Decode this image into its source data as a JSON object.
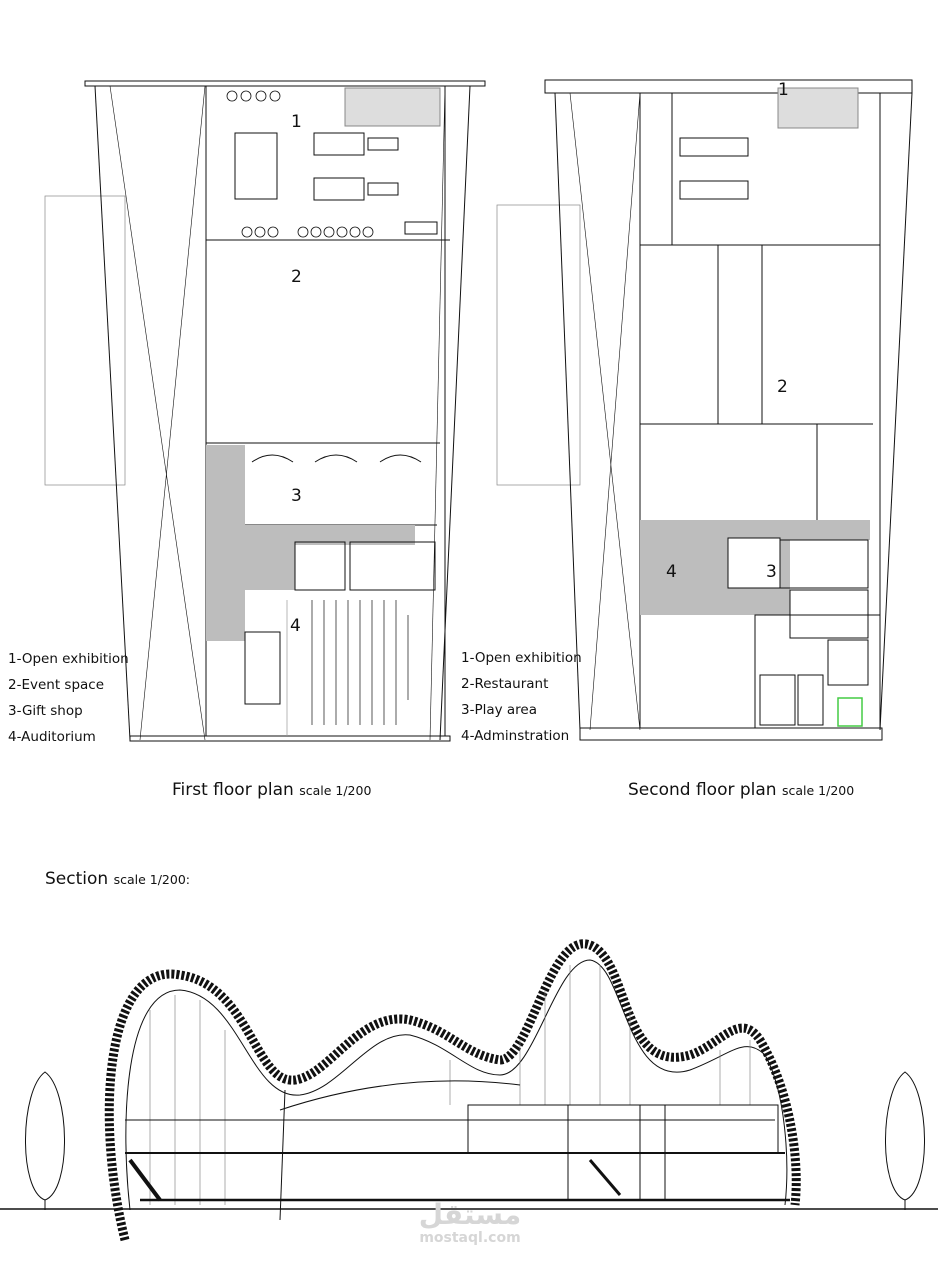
{
  "first_floor": {
    "title": "First floor plan",
    "scale": "scale 1/200",
    "zone_numbers": [
      "1",
      "2",
      "3",
      "4"
    ],
    "legend": [
      "1-Open exhibition",
      "2-Event space",
      "3-Gift shop",
      "4-Auditorium"
    ]
  },
  "second_floor": {
    "title": "Second floor plan",
    "scale": "scale 1/200",
    "zone_numbers": [
      "1",
      "2",
      "3",
      "4"
    ],
    "legend": [
      "1-Open exhibition",
      "2-Restaurant",
      "3-Play area",
      "4-Adminstration"
    ]
  },
  "section": {
    "title": "Section",
    "scale": "scale 1/200:"
  },
  "watermark": {
    "arabic": "مستقل",
    "latin": "mostaql.com"
  },
  "colors": {
    "line": "#111111",
    "fill_grey": "#bdbdbd",
    "ghost": "#9a9a9a"
  }
}
